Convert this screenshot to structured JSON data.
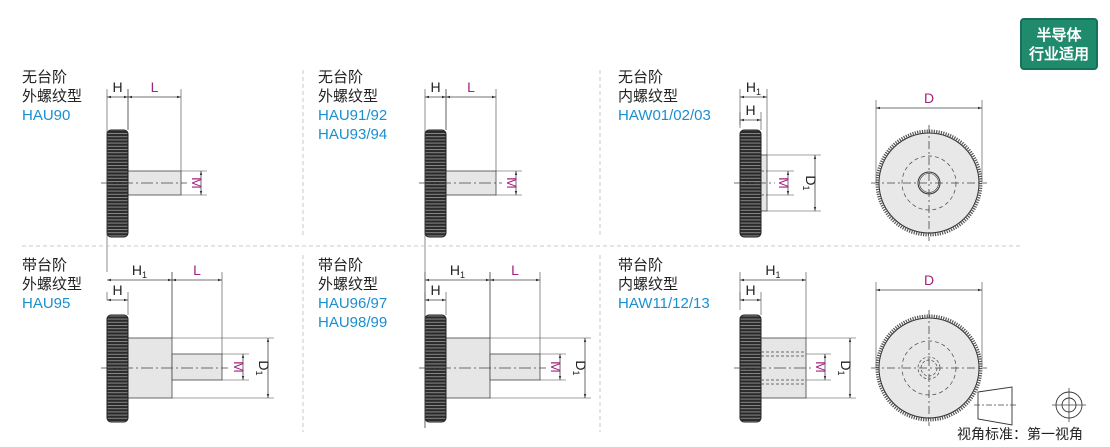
{
  "badge": {
    "line1": "半导体",
    "line2": "行业适用"
  },
  "projection_caption": "视角标准：第一视角",
  "dims": {
    "H": "H",
    "L": "L",
    "M": "M",
    "H1": "H1",
    "D": "D",
    "D1": "D1"
  },
  "panels": [
    {
      "lines": [
        "无台阶",
        "外螺纹型"
      ],
      "models": [
        "HAU90"
      ]
    },
    {
      "lines": [
        "无台阶",
        "外螺纹型"
      ],
      "models": [
        "HAU91/92",
        "HAU93/94"
      ]
    },
    {
      "lines": [
        "无台阶",
        "内螺纹型"
      ],
      "models": [
        "HAW01/02/03"
      ]
    },
    {
      "lines": [
        "带台阶",
        "外螺纹型"
      ],
      "models": [
        "HAU95"
      ]
    },
    {
      "lines": [
        "带台阶",
        "外螺纹型"
      ],
      "models": [
        "HAU96/97",
        "HAU98/99"
      ]
    },
    {
      "lines": [
        "带台阶",
        "内螺纹型"
      ],
      "models": [
        "HAW11/12/13"
      ]
    }
  ],
  "colors": {
    "dim_text": "#a0237f",
    "model_text": "#1a8fd0",
    "badge": "#1f8a6c"
  }
}
